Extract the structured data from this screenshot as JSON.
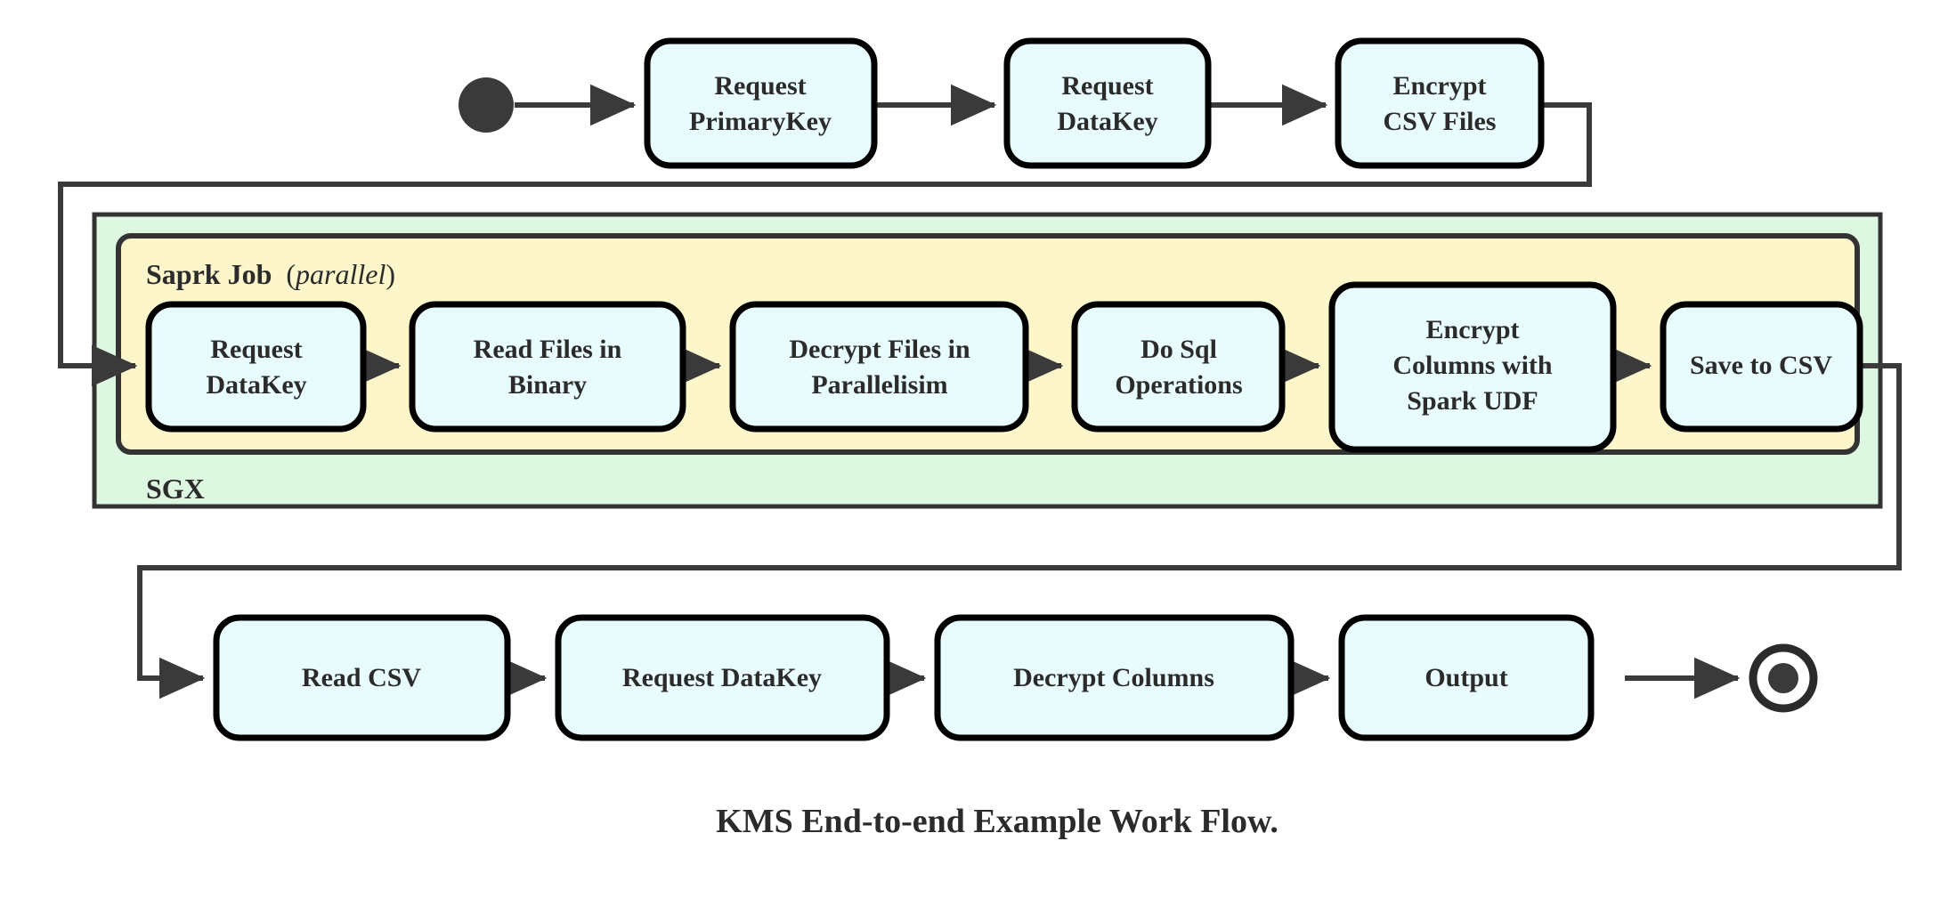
{
  "diagram": {
    "title": "KMS End-to-end Example Work Flow.",
    "type": "activity-flowchart",
    "colors": {
      "node_fill": "#e8fbfd",
      "node_stroke": "#000000",
      "sgx_fill": "#ddf7e0",
      "spark_fill": "#fdf6ca",
      "container_stroke": "#333333",
      "edge_stroke": "#3a3a3a",
      "text": "#2b2b2b",
      "background": "#ffffff"
    },
    "start_node": {
      "name": "start-node",
      "shape": "filled-circle"
    },
    "end_node": {
      "name": "end-node",
      "shape": "donut-circle"
    },
    "containers": [
      {
        "id": "sgx",
        "label": "SGX",
        "label_position": "bottom-left",
        "fill": "#ddf7e0"
      },
      {
        "id": "spark-job",
        "label": "Saprk Job",
        "label_suffix_open": "(",
        "label_suffix_italic": "parallel",
        "label_suffix_close": ")",
        "label_position": "top-left",
        "fill": "#fdf6ca"
      }
    ],
    "rows": {
      "top": {
        "name": "top-row",
        "nodes": [
          {
            "id": "request-primarykey",
            "lines": [
              "Request",
              "PrimaryKey"
            ]
          },
          {
            "id": "request-datakey-top",
            "lines": [
              "Request",
              "DataKey"
            ]
          },
          {
            "id": "encrypt-csv-files",
            "lines": [
              "Encrypt",
              "CSV Files"
            ]
          }
        ]
      },
      "middle": {
        "name": "spark-row",
        "nodes": [
          {
            "id": "request-datakey-spark",
            "lines": [
              "Request",
              "DataKey"
            ]
          },
          {
            "id": "read-files-in-binary",
            "lines": [
              "Read Files in",
              "Binary"
            ]
          },
          {
            "id": "decrypt-files-in-parallelisim",
            "lines": [
              "Decrypt Files in",
              "Parallelisim"
            ]
          },
          {
            "id": "do-sql-operations",
            "lines": [
              "Do Sql",
              "Operations"
            ]
          },
          {
            "id": "encrypt-columns-with-spark-udf",
            "lines": [
              "Encrypt",
              "Columns with",
              "Spark UDF"
            ]
          },
          {
            "id": "save-to-csv",
            "lines": [
              "Save to CSV"
            ]
          }
        ]
      },
      "bottom": {
        "name": "bottom-row",
        "nodes": [
          {
            "id": "read-csv",
            "lines": [
              "Read CSV"
            ]
          },
          {
            "id": "request-datakey-bottom",
            "lines": [
              "Request DataKey"
            ]
          },
          {
            "id": "decrypt-columns",
            "lines": [
              "Decrypt Columns"
            ]
          },
          {
            "id": "output",
            "lines": [
              "Output"
            ]
          }
        ]
      }
    }
  }
}
